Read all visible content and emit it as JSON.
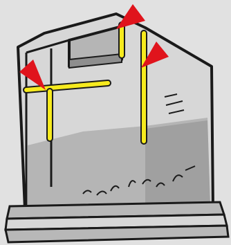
{
  "illustration": {
    "subject": "house-wall-cross-section",
    "colors": {
      "page": "#e1e1e1",
      "outline": "#1a1a1a",
      "wall_light": "#d7d7d7",
      "wall_mid": "#b5b5b5",
      "wall_dark": "#8e8e8e",
      "foundation": "#b8b8b8",
      "sealant": "#f6ea1e",
      "marker": "#e0141c"
    },
    "markers": [
      {
        "label": "",
        "icon": "red-triangle-arrow",
        "target": "window-corner"
      },
      {
        "label": "",
        "icon": "red-triangle-arrow",
        "target": "vertical-seam-right"
      },
      {
        "label": "",
        "icon": "red-triangle-arrow",
        "target": "horizontal-seam-left"
      }
    ],
    "sealant_lines": 4
  }
}
